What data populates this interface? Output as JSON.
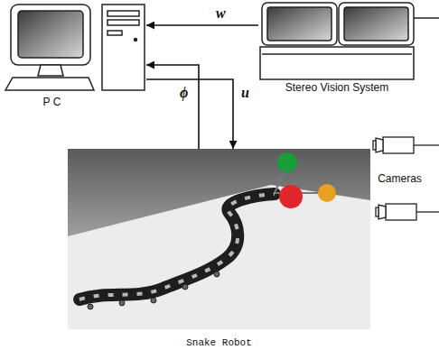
{
  "diagram": {
    "nodes": [
      {
        "text": [
          "P C"
        ]
      },
      {
        "text": [
          "Stereo Vision System"
        ]
      },
      {
        "text": [
          "Cameras"
        ]
      },
      {
        "text": [
          "Snake Robot"
        ]
      }
    ],
    "edges": [
      {
        "from": 1,
        "to": 0,
        "label": "w",
        "arrow": "to"
      },
      {
        "from": 3,
        "to": 0,
        "label": "ϕ",
        "arrow": "to"
      },
      {
        "from": 0,
        "to": 3,
        "label": "u",
        "arrow": "to"
      }
    ]
  }
}
